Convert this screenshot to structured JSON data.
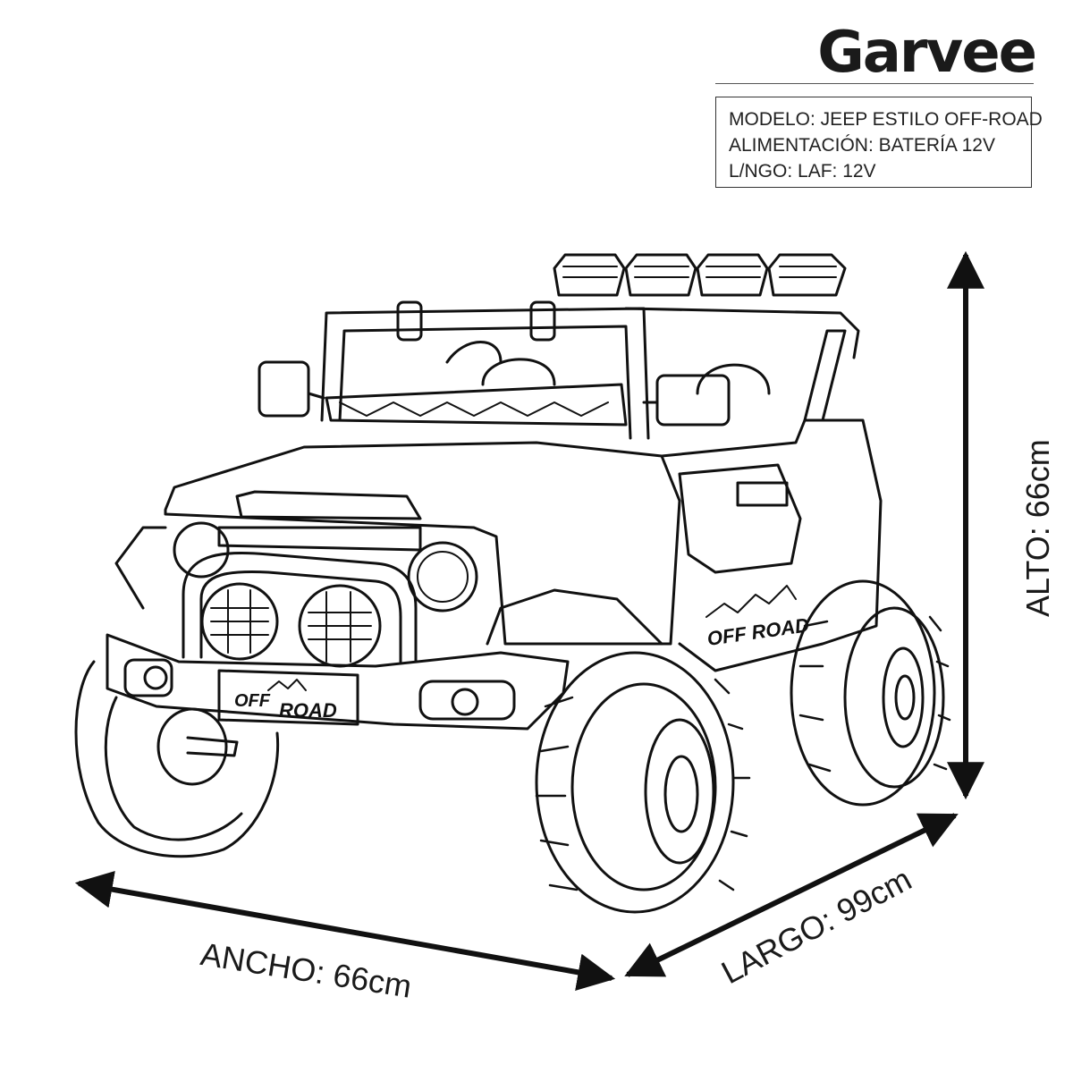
{
  "brand": {
    "logo_text": "Garvee"
  },
  "specs": {
    "model": "MODELO: JEEP ESTILO OFF-ROAD",
    "power": "ALIMENTACIÓN: BATERÍA 12V",
    "third": "L/NGO: LAF: 12V"
  },
  "vehicle": {
    "front_plate_brand": "OFF",
    "front_plate_model": "ROAD",
    "side_decal": "OFF ROAD"
  },
  "dimensions": {
    "ancho": "ANCHO: 66cm",
    "largo": "LARGO: 99cm",
    "alto": "ALTO: 66cm"
  },
  "colors": {
    "line": "#111111",
    "background": "#ffffff"
  }
}
